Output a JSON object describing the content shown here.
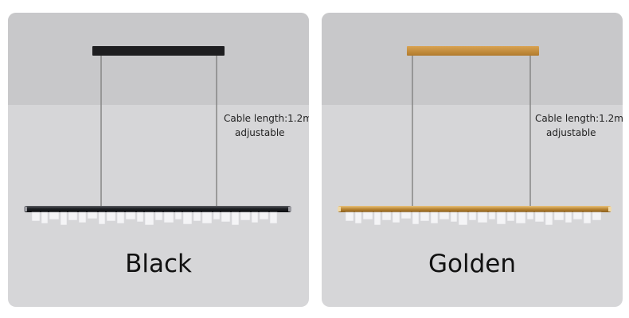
{
  "variants": [
    {
      "label": "Black",
      "cable_text_line1": "Cable length:1.2m",
      "cable_text_line2": "adjustable",
      "finish_color": "#1e1e20",
      "tube_color": "#2a2c30"
    },
    {
      "label": "Golden",
      "cable_text_line1": "Cable length:1.2m",
      "cable_text_line2": "adjustable",
      "finish_color": "#c08a3a",
      "tube_color": "#b88432"
    }
  ]
}
